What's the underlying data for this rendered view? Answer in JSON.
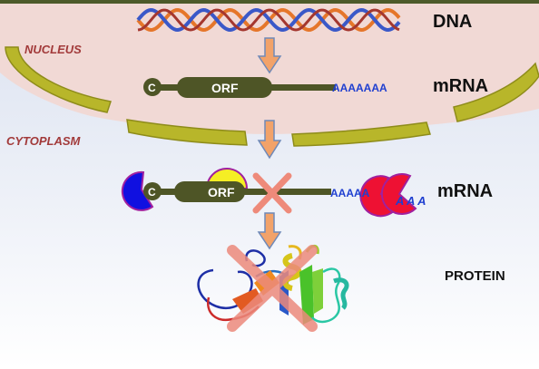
{
  "labels": {
    "dna": "DNA",
    "mrna_top": "mRNA",
    "mrna_bottom": "mRNA",
    "protein": "PROTEIN",
    "nucleus": "NUCLEUS",
    "cytoplasm": "CYTOPLASM",
    "orf_top": "ORF",
    "orf_bottom": "ORF",
    "cap_top": "C",
    "cap_bottom": "C",
    "polya_top": "AAAAAAA",
    "polya_bottom": "AAAAA",
    "polya_tail": "A A A"
  },
  "colors": {
    "nucleus_fill": "#f1d9d5",
    "cytoplasm_top": "#dfe5f1",
    "envelope": "#b8b62a",
    "envelope_stroke": "#8e8c1a",
    "compartment_label": "#a23a3a",
    "arrow": "#f2a269",
    "arrow_stroke": "#6f89b8",
    "mrna": "#4e5526",
    "polya": "#1f3fd0",
    "cross": "#ee8a7a",
    "blue_factor": "#1010e0",
    "yellow_factor": "#f5ee24",
    "red_factor": "#ee1133",
    "factor_outline": "#a0209f"
  }
}
